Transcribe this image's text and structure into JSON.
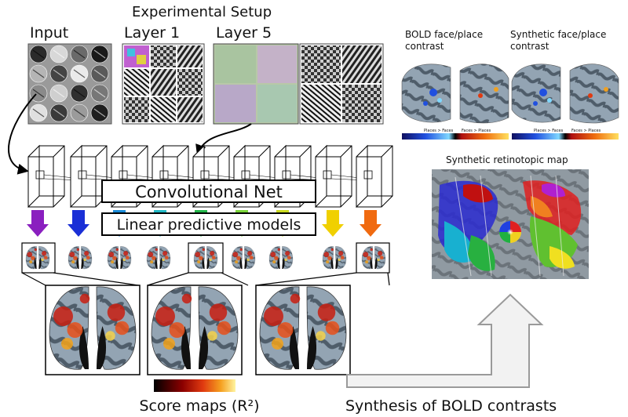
{
  "title": "Experimental Setup",
  "stimulus_labels": {
    "input": "Input",
    "layer1": "Layer 1",
    "layer5": "Layer 5"
  },
  "network_label": "Convolutional Net",
  "models_label": "Linear predictive models",
  "score_label": "Score maps (R²)",
  "synthesis_label": "Synthesis of BOLD contrasts",
  "panels": {
    "bold_contrast": {
      "line1": "BOLD face/place",
      "line2": "contrast"
    },
    "synthetic_contrast": {
      "line1": "Synthetic face/place",
      "line2": "contrast"
    },
    "retinotopy": "Synthetic retinotopic map"
  },
  "colorbar_tick_text": {
    "left": "Places > Faces",
    "right": "Faces > Places"
  },
  "layer_arrow_colors": [
    "#8a1fbf",
    "#1a2fd6",
    "#1a8ad6",
    "#22b8c4",
    "#23b54a",
    "#7ad43a",
    "#c9d91f",
    "#f0d000",
    "#f06a10"
  ],
  "colors": {
    "brain_gray": "#8a9aa8",
    "brain_dark": "#4d5a66",
    "activation_hot": "#d8281a",
    "activation_warm": "#f2a21a",
    "arrow_gray_fill": "#f2f2f2",
    "arrow_gray_stroke": "#9a9a9a"
  }
}
